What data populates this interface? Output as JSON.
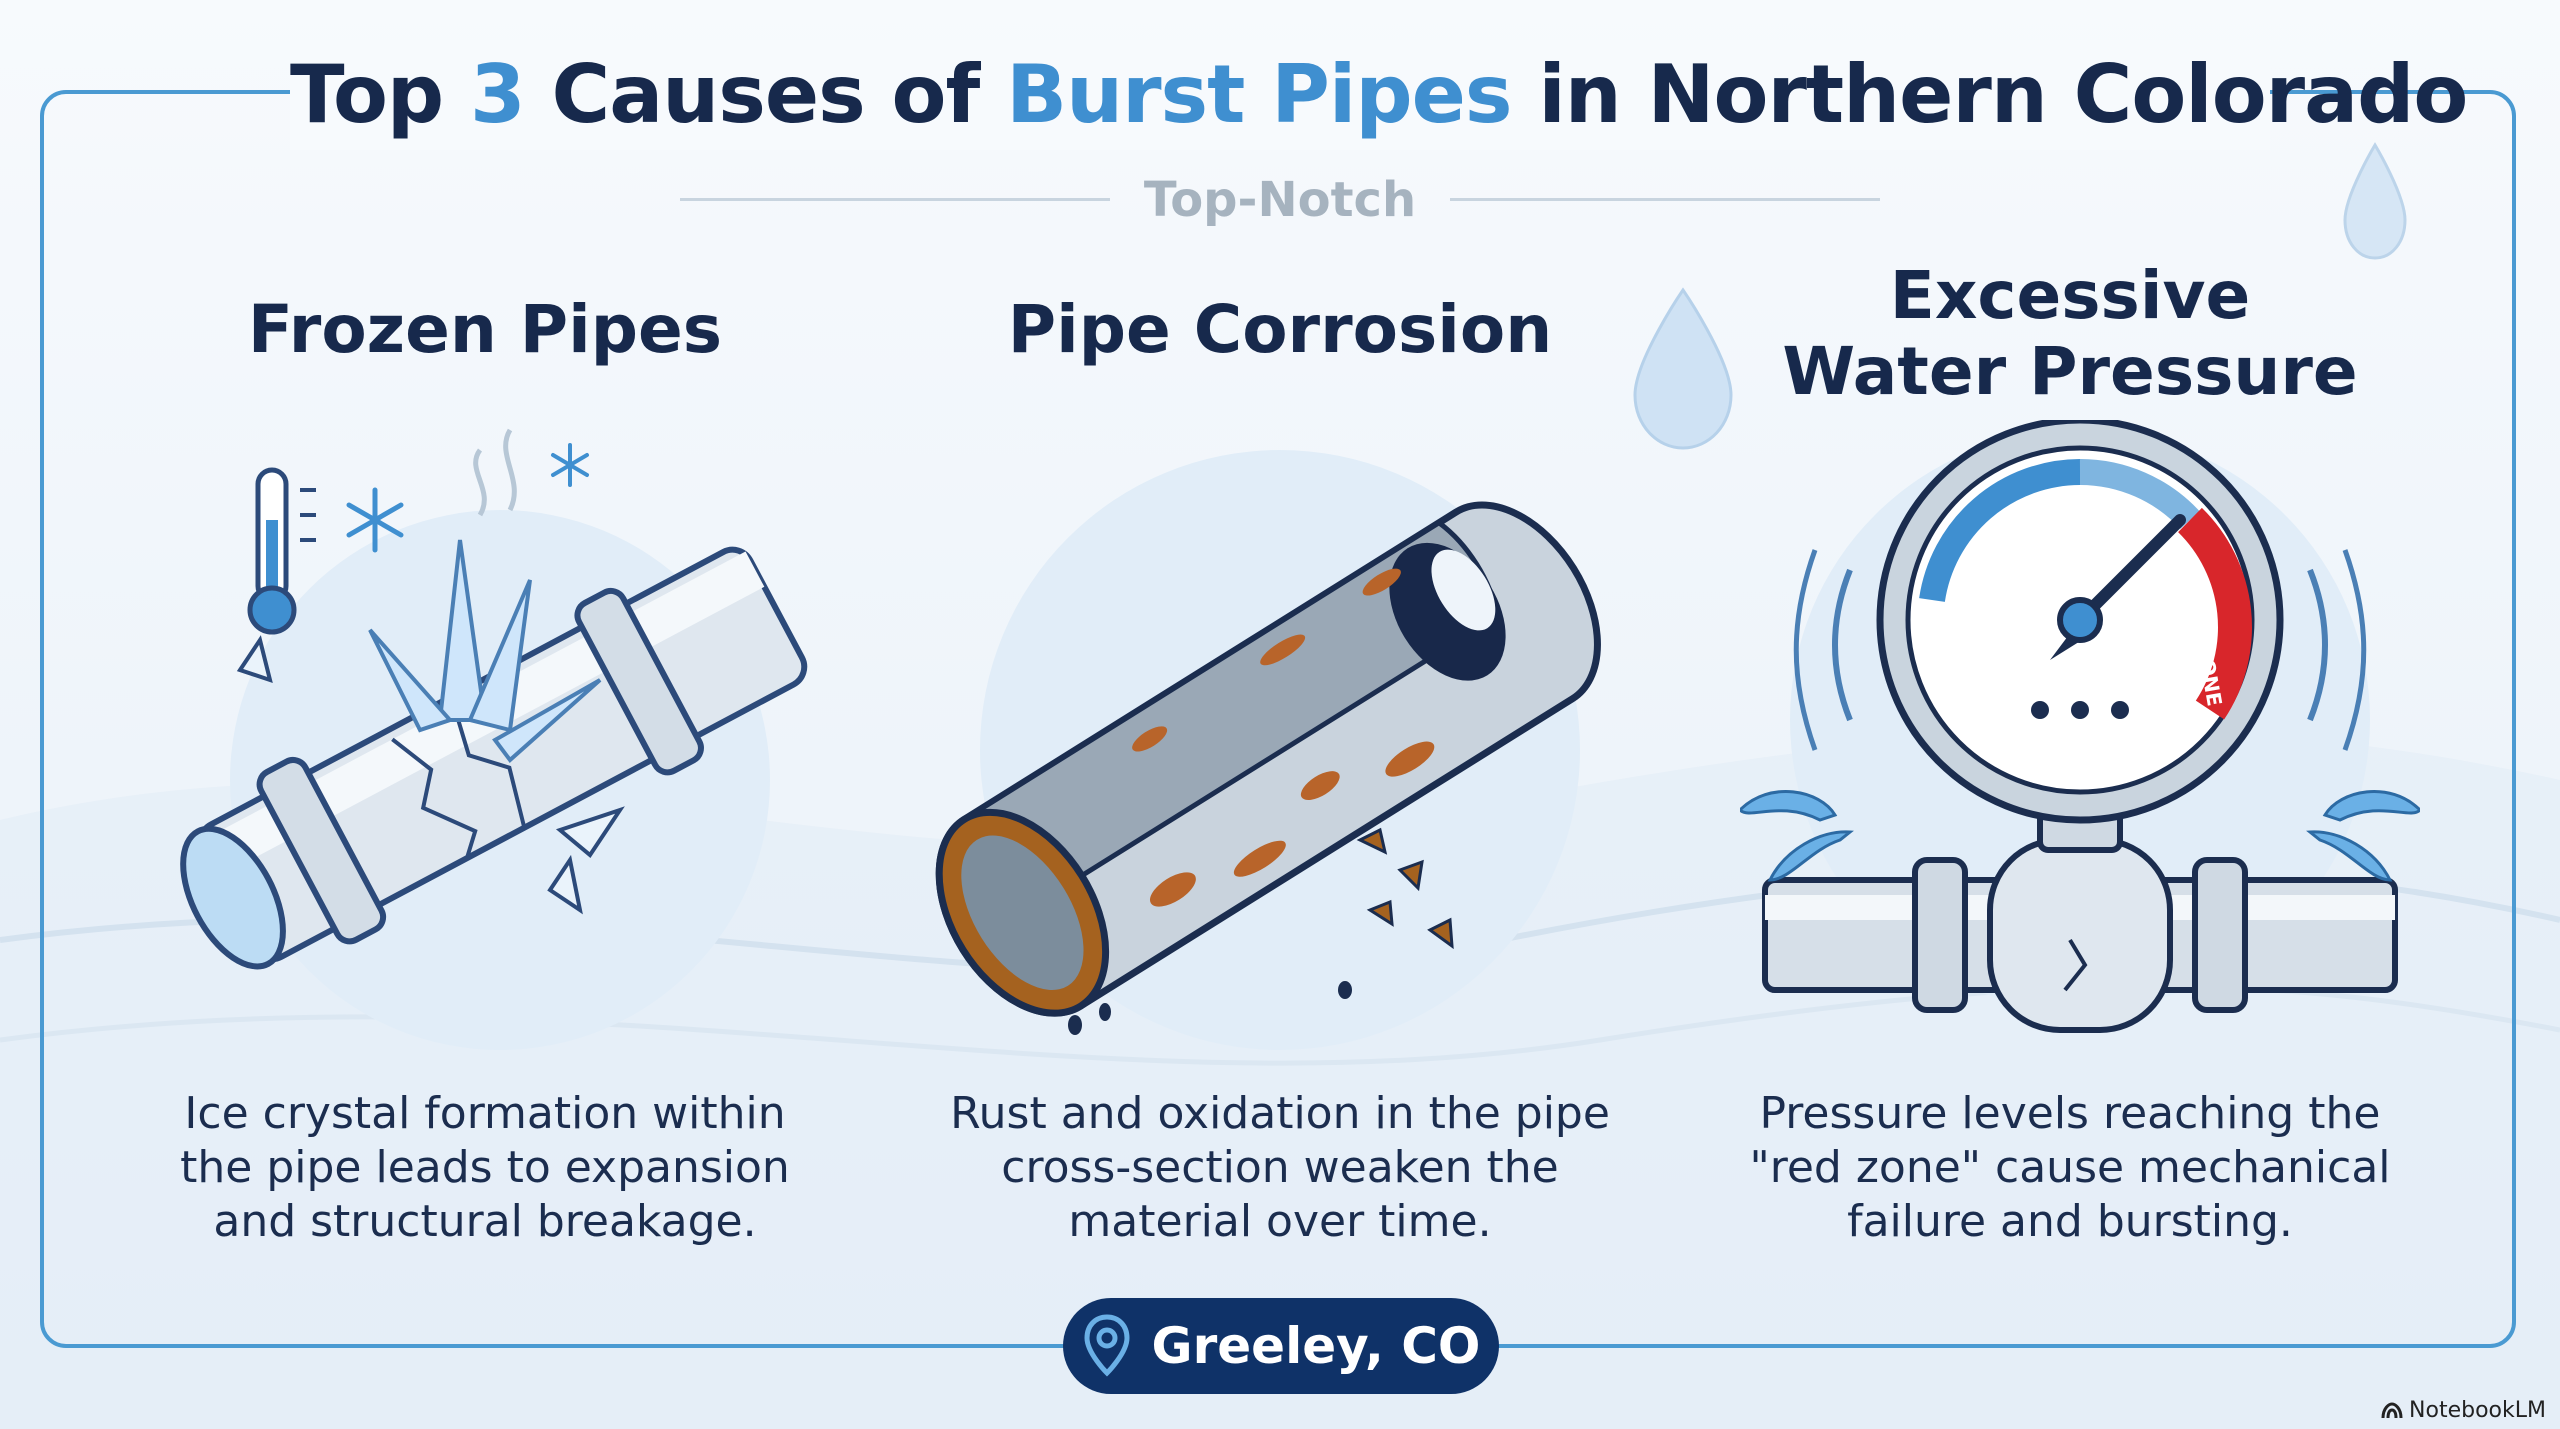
{
  "header": {
    "title_pre": "Top ",
    "title_num": "3",
    "title_mid": " Causes of ",
    "title_hl": "Burst Pipes",
    "title_post": " in Northern Colorado",
    "brand": "Top-Notch"
  },
  "causes": [
    {
      "title": "Frozen Pipes",
      "description": "Ice crystal formation within\nthe pipe leads to expansion\nand structural breakage.",
      "icons": [
        "thermometer-icon",
        "snowflake-icon",
        "frozen-pipe-icon"
      ]
    },
    {
      "title": "Pipe Corrosion",
      "description": "Rust and oxidation in the pipe\ncross-section weaken the\nmaterial over time.",
      "icons": [
        "corroded-pipe-icon"
      ]
    },
    {
      "title": "Excessive\nWater Pressure",
      "description": "Pressure levels reaching the\n\"red zone\" cause mechanical\nfailure and bursting.",
      "gauge_label": "RED ZONE",
      "icons": [
        "pressure-gauge-icon"
      ]
    }
  ],
  "location": {
    "label": "Greeley, CO",
    "icon": "map-pin-icon"
  },
  "footer": {
    "label": "NotebookLM"
  },
  "colors": {
    "accent": "#3f8fd0",
    "navy": "#17294c",
    "badge": "#0f3268",
    "frame": "#4a9ad2",
    "rust": "#b8642a",
    "red_zone": "#d8262b"
  }
}
